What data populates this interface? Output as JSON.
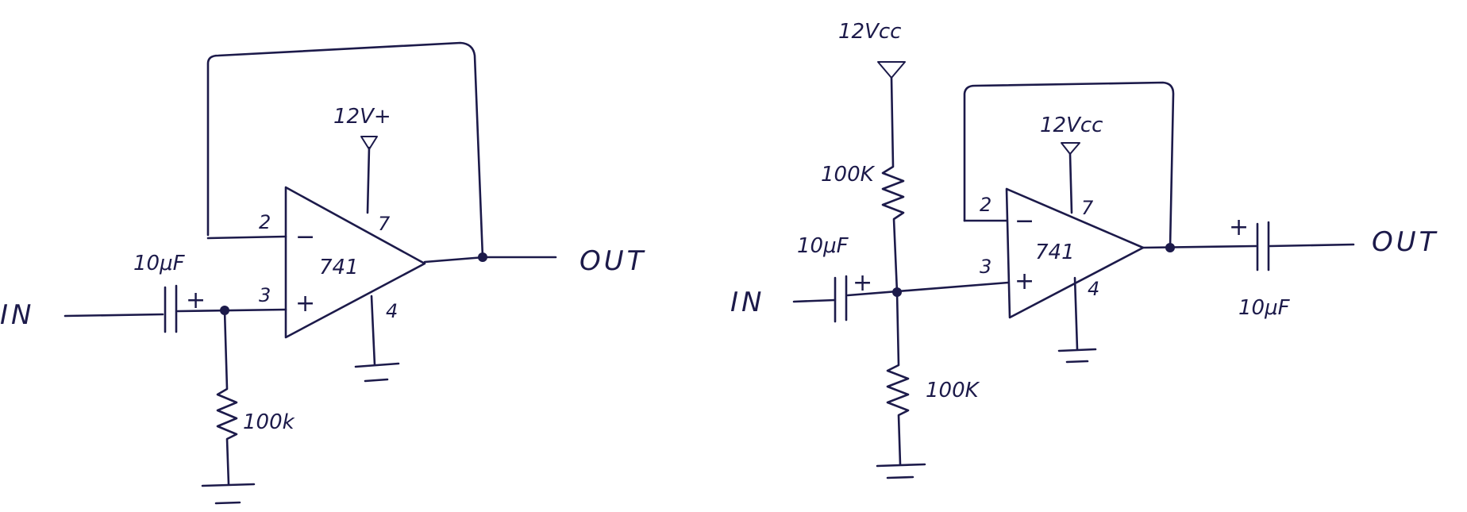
{
  "circuit_left": {
    "input_label": "IN",
    "output_label": "OUT",
    "cap_label": "10μF",
    "cap_polarity": "+",
    "res_label": "100k",
    "opamp_label": "741",
    "supply_label": "12V+",
    "pin_inv": "2",
    "pin_noninv": "3",
    "pin_vcc": "7",
    "pin_gnd": "4",
    "sign_minus": "−",
    "sign_plus": "+"
  },
  "circuit_right": {
    "input_label": "IN",
    "output_label": "OUT",
    "cap_in_label": "10μF",
    "cap_in_polarity": "+",
    "cap_out_label": "10μF",
    "cap_out_polarity": "+",
    "res_top_label": "100K",
    "res_bottom_label": "100K",
    "opamp_label": "741",
    "supply_top_label": "12Vcc",
    "supply_opamp_label": "12Vcc",
    "pin_inv": "2",
    "pin_noninv": "3",
    "pin_vcc": "7",
    "pin_gnd": "4",
    "sign_minus": "−",
    "sign_plus": "+"
  }
}
